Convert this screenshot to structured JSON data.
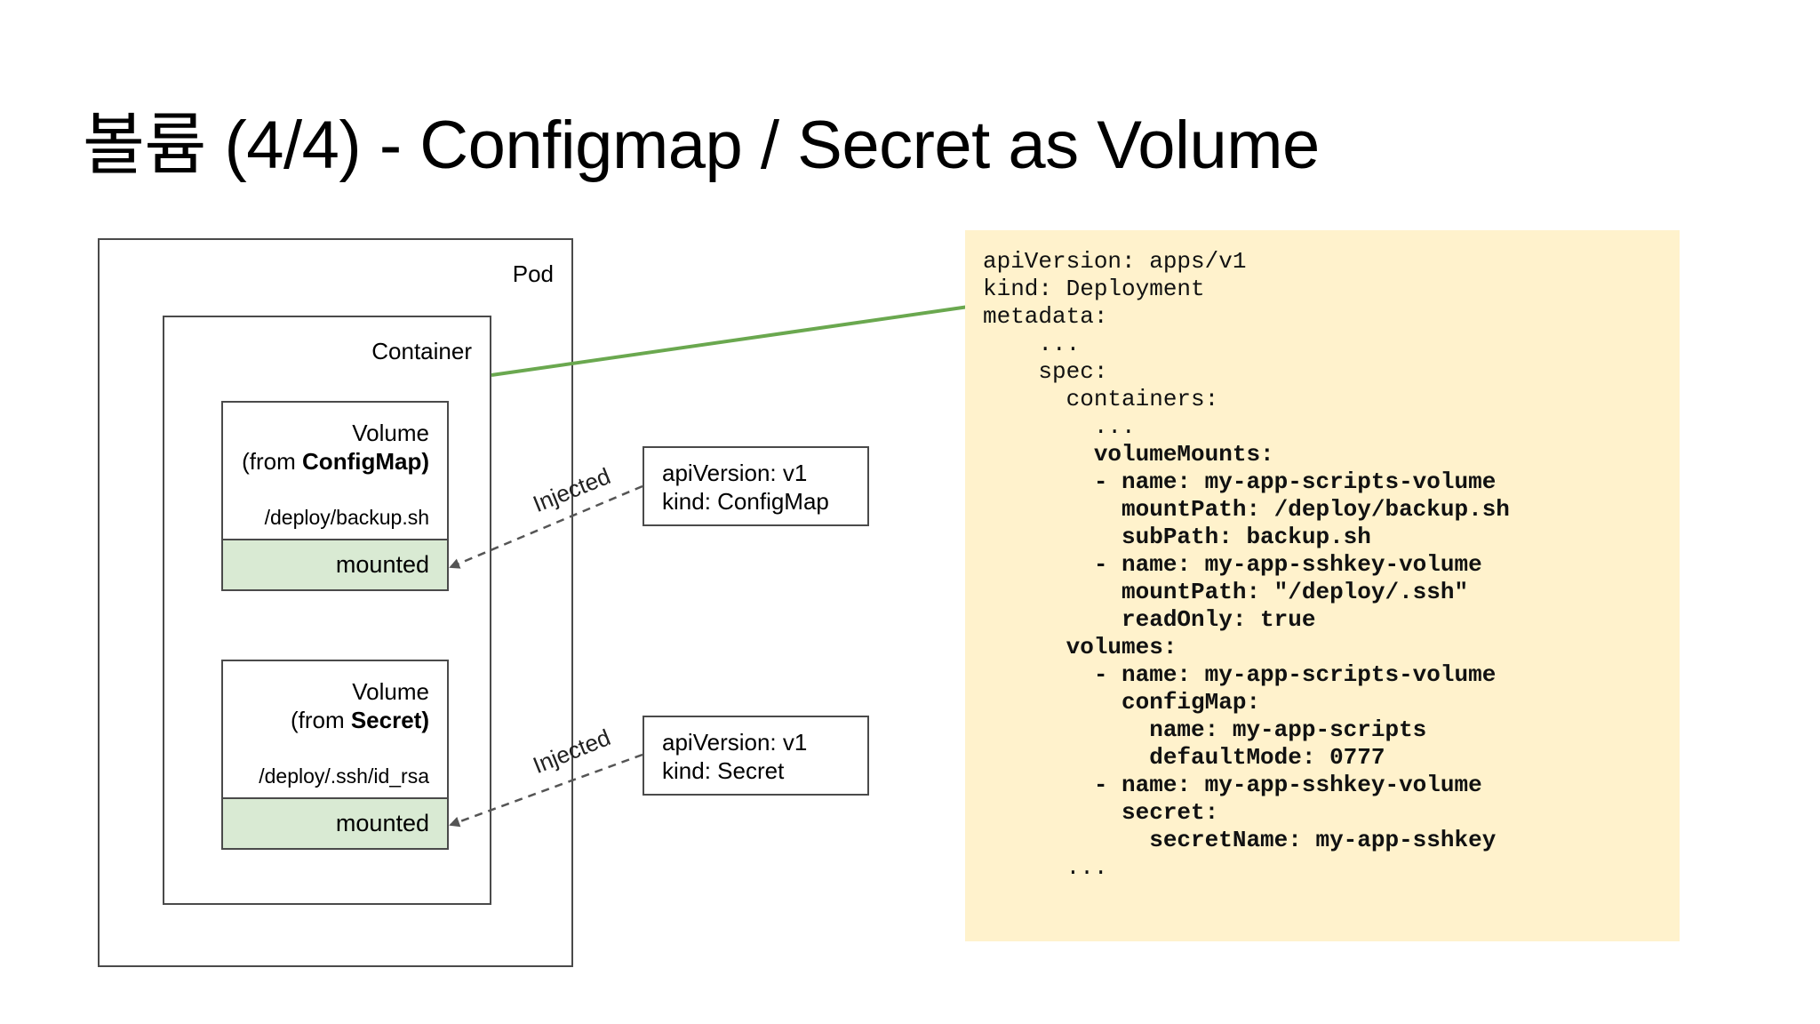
{
  "slide": {
    "title": "볼륨 (4/4) - Configmap / Secret as Volume"
  },
  "pod": {
    "label": "Pod"
  },
  "container": {
    "label": "Container"
  },
  "volumes": [
    {
      "title_prefix": "Volume",
      "from_prefix": "(from ",
      "from_source": "ConfigMap)",
      "path": "/deploy/backup.sh",
      "state": "mounted"
    },
    {
      "title_prefix": "Volume",
      "from_prefix": "(from ",
      "from_source": "Secret)",
      "path": "/deploy/.ssh/id_rsa",
      "state": "mounted"
    }
  ],
  "resources": [
    {
      "line1": "apiVersion: v1",
      "line2": "kind: ConfigMap"
    },
    {
      "line1": "apiVersion: v1",
      "line2": "kind: Secret"
    }
  ],
  "arrows": {
    "label": "Injected"
  },
  "colors": {
    "connector": "#6aa84f",
    "mounted_fill": "#d9ead3",
    "code_bg": "#fff2cc"
  },
  "yaml_lines": [
    {
      "text": "apiVersion: apps/v1",
      "bold": false
    },
    {
      "text": "kind: Deployment",
      "bold": false
    },
    {
      "text": "metadata:",
      "bold": false
    },
    {
      "text": "    ...",
      "bold": false
    },
    {
      "text": "    spec:",
      "bold": false
    },
    {
      "text": "      containers:",
      "bold": false
    },
    {
      "text": "        ...",
      "bold": false
    },
    {
      "text": "        volumeMounts:",
      "bold": true
    },
    {
      "text": "        - name: my-app-scripts-volume",
      "bold": true
    },
    {
      "text": "          mountPath: /deploy/backup.sh",
      "bold": true
    },
    {
      "text": "          subPath: backup.sh",
      "bold": true
    },
    {
      "text": "        - name: my-app-sshkey-volume",
      "bold": true
    },
    {
      "text": "          mountPath: \"/deploy/.ssh\"",
      "bold": true
    },
    {
      "text": "          readOnly: true",
      "bold": true
    },
    {
      "text": "      volumes:",
      "bold": true
    },
    {
      "text": "        - name: my-app-scripts-volume",
      "bold": true
    },
    {
      "text": "          configMap:",
      "bold": true
    },
    {
      "text": "            name: my-app-scripts",
      "bold": true
    },
    {
      "text": "            defaultMode: 0777",
      "bold": true
    },
    {
      "text": "        - name: my-app-sshkey-volume",
      "bold": true
    },
    {
      "text": "          secret:",
      "bold": true
    },
    {
      "text": "            secretName: my-app-sshkey",
      "bold": true
    },
    {
      "text": "      ...",
      "bold": false
    }
  ]
}
